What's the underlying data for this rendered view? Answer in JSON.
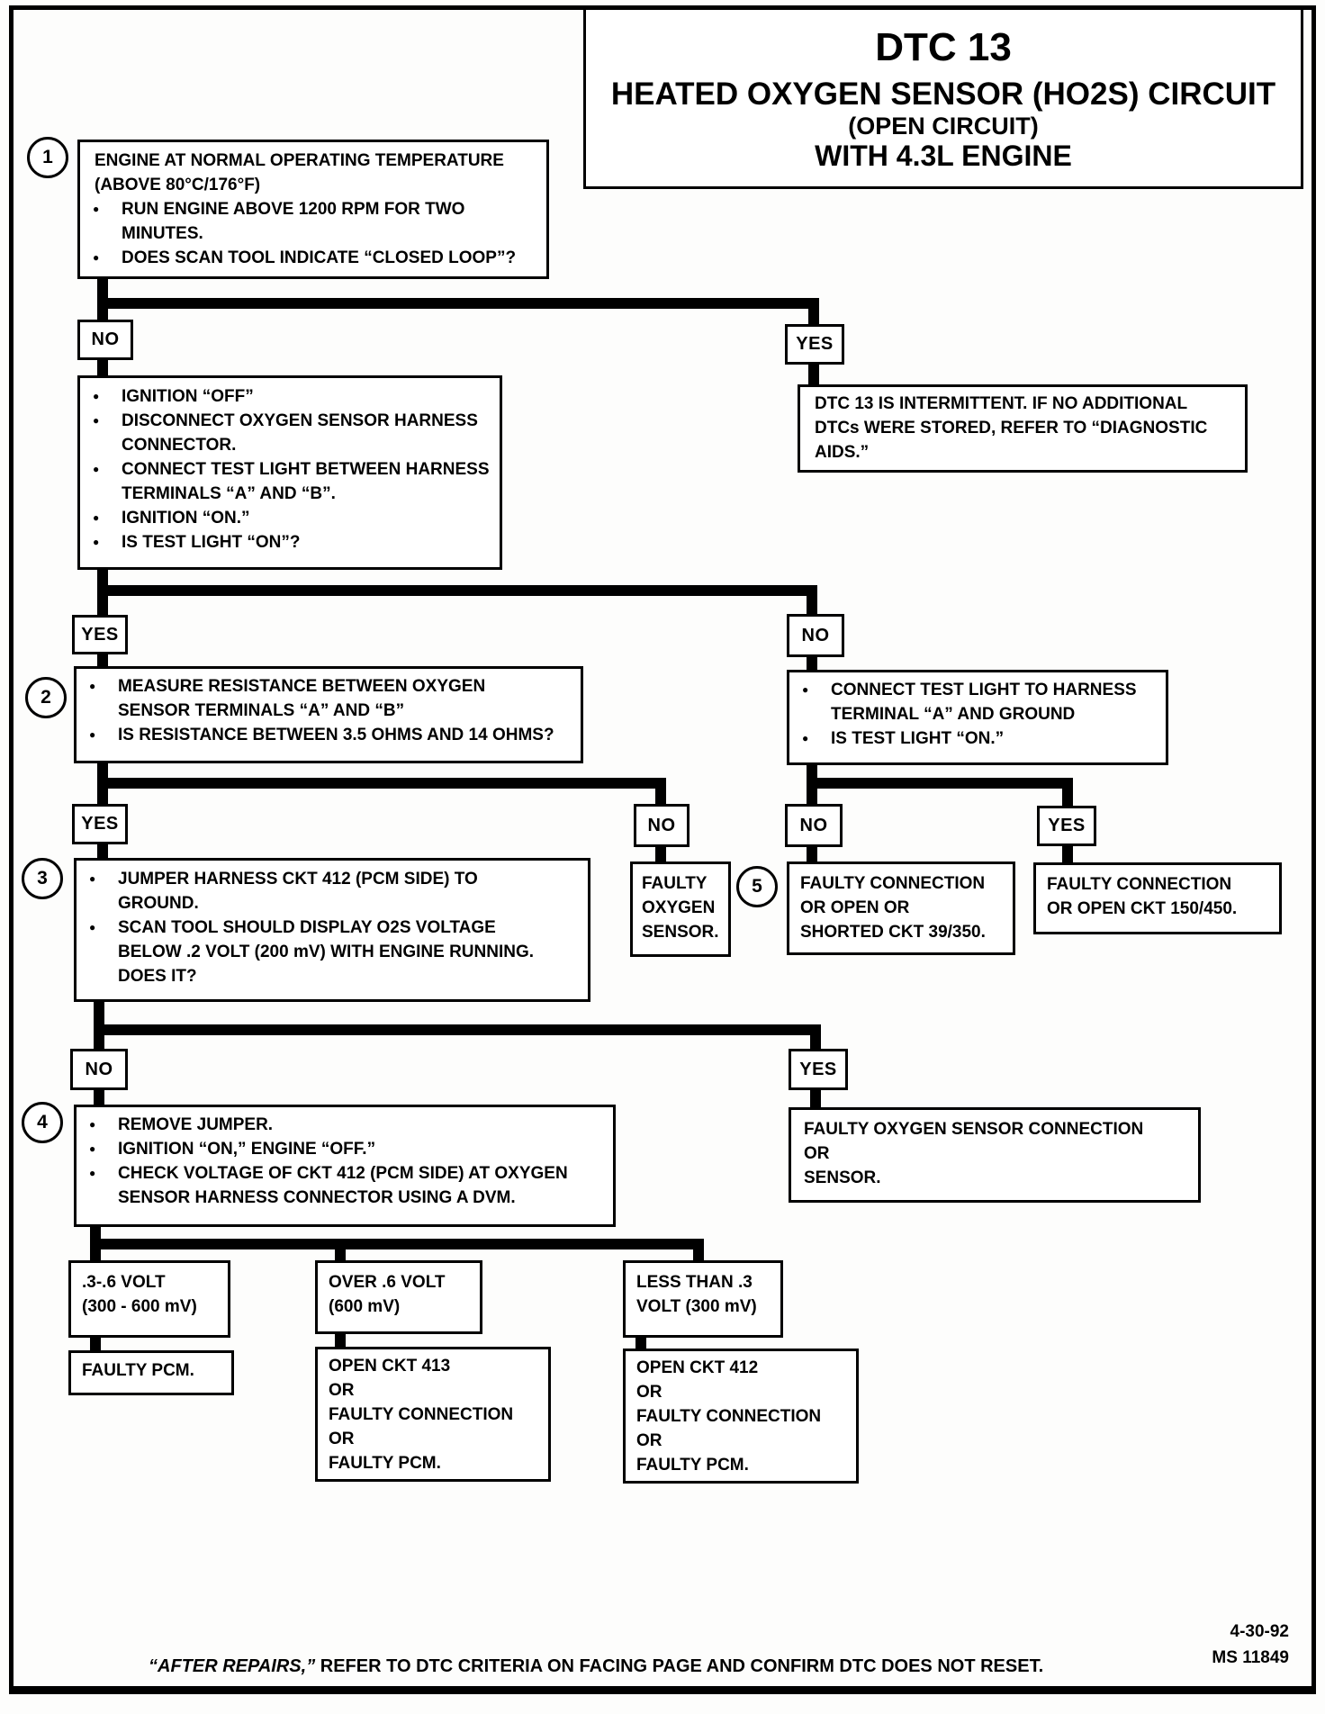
{
  "icons": {
    "bullet": "●"
  },
  "labels": {
    "yes": "YES",
    "no": "NO"
  },
  "title": {
    "dtc": "DTC 13",
    "line1": "HEATED OXYGEN SENSOR (HO2S) CIRCUIT",
    "line2": "(OPEN CIRCUIT)",
    "line3": "WITH 4.3L ENGINE"
  },
  "footer": {
    "note_lead": "“AFTER REPAIRS,”",
    "note_rest": " REFER TO DTC CRITERIA ON FACING PAGE AND CONFIRM DTC DOES NOT RESET.",
    "date": "4-30-92",
    "doc_code": "MS 11849"
  },
  "nodes": {
    "step1": {
      "num": "1",
      "heading": [
        "ENGINE AT NORMAL OPERATING TEMPERATURE",
        "(ABOVE  80°C/176°F)"
      ],
      "bullets": [
        [
          "RUN ENGINE ABOVE 1200 RPM FOR TWO",
          "MINUTES."
        ],
        [
          "DOES SCAN TOOL INDICATE “CLOSED LOOP”?"
        ]
      ]
    },
    "no1_proc": {
      "bullets": [
        [
          "IGNITION “OFF”"
        ],
        [
          "DISCONNECT OXYGEN SENSOR HARNESS",
          "CONNECTOR."
        ],
        [
          "CONNECT TEST LIGHT BETWEEN HARNESS",
          "TERMINALS “A” AND “B”."
        ],
        [
          "IGNITION “ON.”"
        ],
        [
          "IS TEST LIGHT “ON”?"
        ]
      ]
    },
    "intermittent": {
      "lines": [
        "DTC 13 IS INTERMITTENT.  IF NO ADDITIONAL",
        "DTCs WERE STORED, REFER TO  “DIAGNOSTIC",
        "AIDS.”"
      ]
    },
    "step2": {
      "num": "2",
      "bullets": [
        [
          "MEASURE RESISTANCE BETWEEN OXYGEN",
          "SENSOR TERMINALS “A” AND “B”"
        ],
        [
          "IS RESISTANCE BETWEEN 3.5 OHMS AND 14 OHMS?"
        ]
      ]
    },
    "connect_light": {
      "bullets": [
        [
          "CONNECT TEST LIGHT TO HARNESS",
          "TERMINAL “A” AND GROUND"
        ],
        [
          "IS TEST LIGHT “ON.”"
        ]
      ]
    },
    "step3": {
      "num": "3",
      "bullets": [
        [
          "JUMPER HARNESS CKT 412 (PCM SIDE) TO",
          "GROUND."
        ],
        [
          "SCAN TOOL SHOULD DISPLAY O2S VOLTAGE",
          "BELOW .2  VOLT (200 mV) WITH ENGINE RUNNING.",
          "DOES IT?"
        ]
      ]
    },
    "faulty_oxygen_sensor": {
      "lines": [
        "FAULTY",
        "OXYGEN",
        "SENSOR."
      ]
    },
    "step5": {
      "num": "5"
    },
    "faulty_conn_39": {
      "lines": [
        "FAULTY CONNECTION",
        "OR OPEN OR",
        "SHORTED CKT 39/350."
      ]
    },
    "faulty_conn_150": {
      "lines": [
        "FAULTY CONNECTION",
        "OR OPEN CKT 150/450."
      ]
    },
    "step4": {
      "num": "4",
      "bullets": [
        [
          "REMOVE JUMPER."
        ],
        [
          "IGNITION “ON,”  ENGINE  “OFF.”"
        ],
        [
          "CHECK VOLTAGE OF CKT 412 (PCM SIDE) AT OXYGEN",
          "SENSOR HARNESS CONNECTOR USING A DVM."
        ]
      ]
    },
    "faulty_o2_connection": {
      "lines": [
        "FAULTY OXYGEN SENSOR CONNECTION",
        "OR",
        "SENSOR."
      ]
    },
    "volt_mid": {
      "lines": [
        ".3-.6 VOLT",
        "(300 - 600 mV)"
      ]
    },
    "volt_over": {
      "lines": [
        "OVER .6 VOLT",
        "(600 mV)"
      ]
    },
    "volt_under": {
      "lines": [
        "LESS THAN .3",
        "VOLT (300 mV)"
      ]
    },
    "result_pcm": {
      "lines": [
        "FAULTY PCM."
      ]
    },
    "result_413": {
      "lines": [
        "OPEN CKT 413",
        "OR",
        "FAULTY CONNECTION",
        "OR",
        "FAULTY PCM."
      ]
    },
    "result_412": {
      "lines": [
        "OPEN CKT 412",
        "OR",
        "FAULTY CONNECTION",
        "OR",
        "FAULTY PCM."
      ]
    }
  }
}
